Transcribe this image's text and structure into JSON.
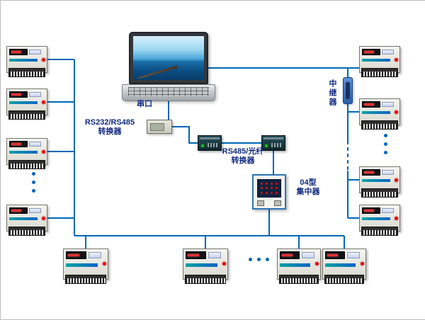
{
  "diagram": {
    "type": "network-topology",
    "labels": {
      "serial_port": "串口",
      "rs232_converter": [
        "RS232/RS485",
        "转换器"
      ],
      "fiber_converter": [
        "RS485/光纤",
        "转换器"
      ],
      "concentrator": [
        "04型",
        "集中器"
      ],
      "repeater": "中继器"
    },
    "devices": {
      "left_column_units": 4,
      "right_column_units": 4,
      "bottom_row_units": 4
    },
    "colors": {
      "connection_line": "#0068b8",
      "label_text": "#112a7e",
      "led_red": "#e01010",
      "led_green": "#18c018"
    }
  }
}
